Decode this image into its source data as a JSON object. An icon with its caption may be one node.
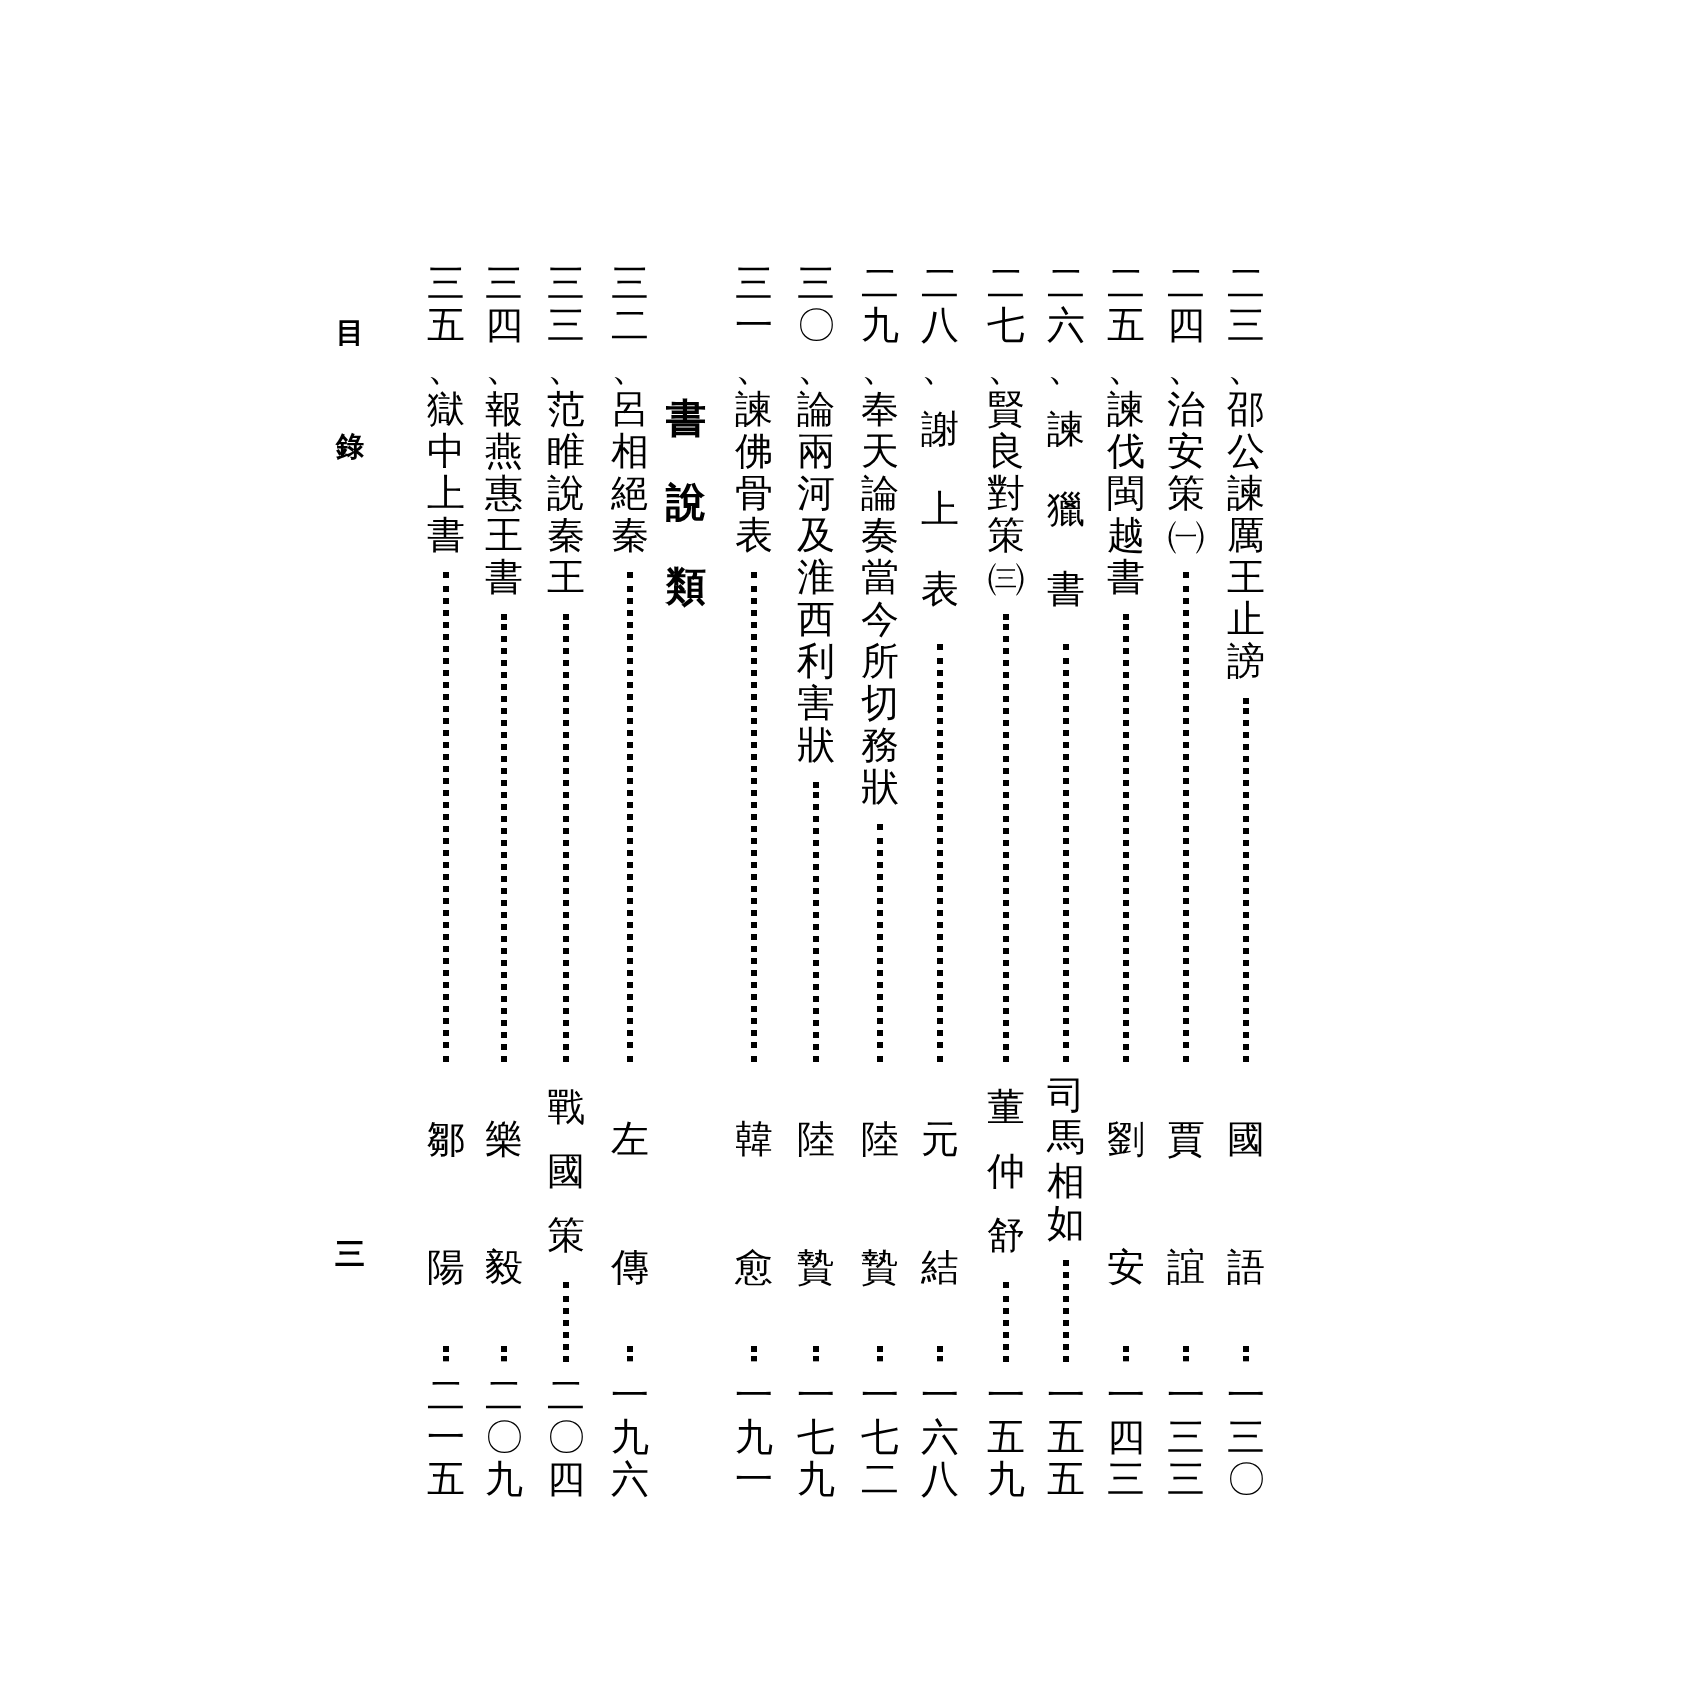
{
  "diagram": {
    "labels": [
      "二三、邵公諫厲王止謗",
      "國語",
      "一三〇",
      "二四、治安策㈠",
      "賈誼",
      "一三三",
      "二五、諫伐閩越書",
      "劉安",
      "一四三",
      "二六、諫獵書",
      "司馬相如",
      "一五五",
      "二七、賢良對策㈢",
      "董仲舒",
      "一五九",
      "二八、謝上表",
      "元結",
      "一六八",
      "二九、奉天論奏當今所切務狀",
      "陸贄",
      "一七二",
      "三〇、論兩河及淮西利害狀",
      "陸贄",
      "一七九",
      "三一、諫佛骨表",
      "韓愈",
      "一九一",
      "書說類",
      "三二、呂相絕秦",
      "左傳",
      "一九六",
      "三三、范睢說秦王",
      "戰國策",
      "二〇四",
      "三四、報燕惠王書",
      "樂毅",
      "二〇九",
      "三五、獄中上書",
      "鄒陽",
      "二一五",
      "目",
      "錄",
      "三"
    ]
  }
}
